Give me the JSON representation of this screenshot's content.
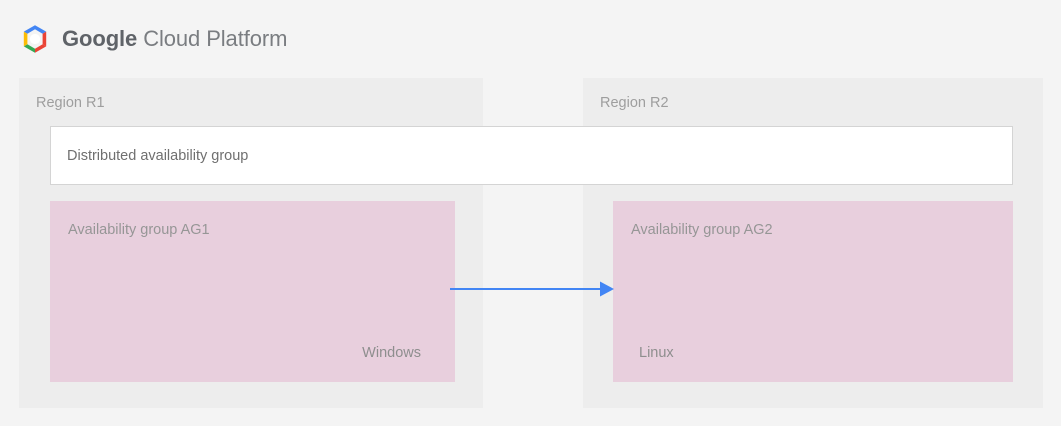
{
  "brand": {
    "logo_icon": "google-cloud-platform-logo-icon",
    "name_bold": "Google",
    "name_light": "Cloud Platform",
    "logo_colors": {
      "blue": "#4285f4",
      "red": "#ea4335",
      "yellow": "#fbbc05",
      "green": "#34a853",
      "center": "#ffffff"
    }
  },
  "diagram": {
    "distributed_group": {
      "label": "Distributed availability group"
    },
    "regions": [
      {
        "label": "Region R1",
        "availability_group": {
          "title": "Availability group AG1",
          "os": "Windows"
        }
      },
      {
        "label": "Region R2",
        "availability_group": {
          "title": "Availability group AG2",
          "os": "Linux"
        }
      }
    ],
    "connector": {
      "name": "replication-arrow",
      "direction": "right",
      "from": "Availability group AG1",
      "to": "Availability group AG2",
      "color": "#4285f4"
    },
    "colors": {
      "page_background": "#f4f4f4",
      "region_background": "#ededed",
      "availability_group_background": "#e8cfdd",
      "distributed_group_background": "#ffffff",
      "distributed_group_border": "#d4d4d4",
      "label_text": "#9e9e9e"
    }
  }
}
